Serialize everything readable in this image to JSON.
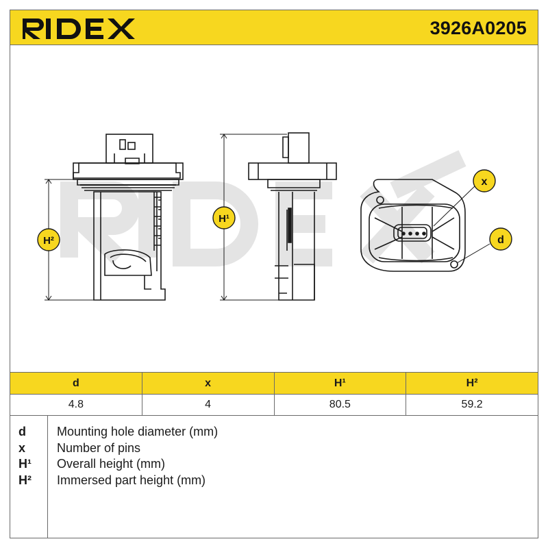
{
  "header": {
    "brand": "RIDEX",
    "part_number": "3926A0205"
  },
  "drawing": {
    "watermark": "RIDEX",
    "labels": {
      "h1": "H¹",
      "h2": "H²",
      "x": "x",
      "d": "d"
    }
  },
  "dimensions_table": {
    "headers": [
      "d",
      "x",
      "H¹",
      "H²"
    ],
    "values": [
      "4.8",
      "4",
      "80.5",
      "59.2"
    ]
  },
  "legend": [
    {
      "symbol": "d",
      "description": "Mounting hole diameter (mm)"
    },
    {
      "symbol": "x",
      "description": "Number of pins"
    },
    {
      "symbol": "H¹",
      "description": "Overall height (mm)"
    },
    {
      "symbol": "H²",
      "description": "Immersed part height (mm)"
    }
  ],
  "colors": {
    "brand_yellow": "#f7d71f",
    "line": "#1a1a1a",
    "watermark": "#e6e6e6"
  }
}
